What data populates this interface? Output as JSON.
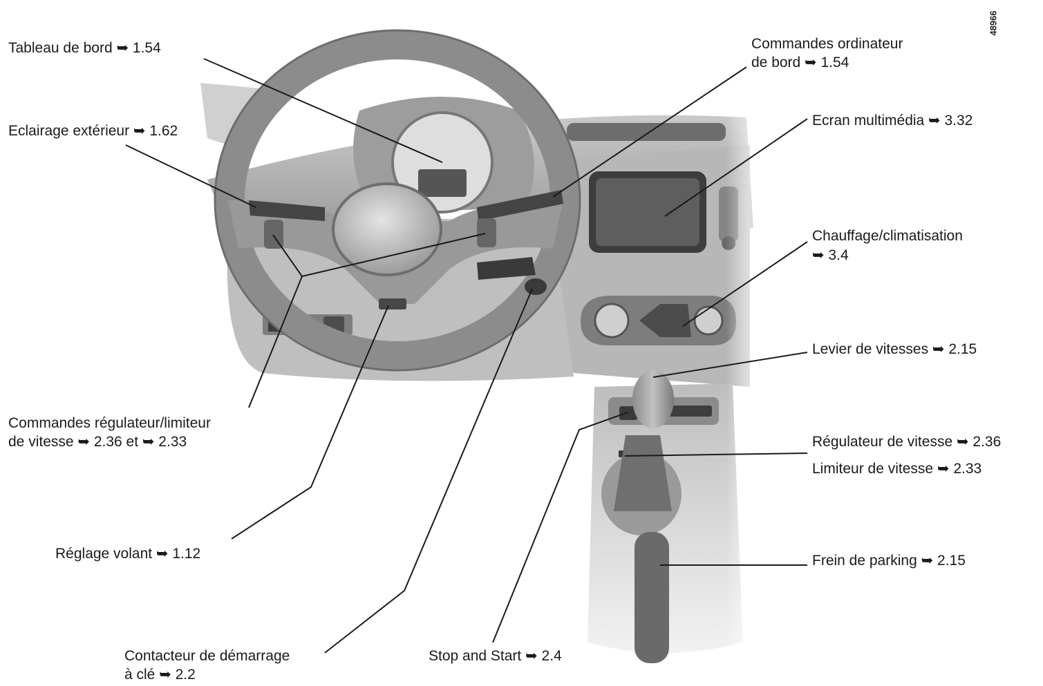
{
  "figure_id": "48966",
  "labels": {
    "tableau_de_bord": "Tableau de bord ➥ 1.54",
    "eclairage_exterieur": "Eclairage extérieur ➥ 1.62",
    "commandes_ordinateur_l1": "Commandes  ordinateur",
    "commandes_ordinateur_l2": "de bord ➥ 1.54",
    "ecran_multimedia": "Ecran multimédia ➥ 3.32",
    "chauffage_l1": "Chauffage/climatisation",
    "chauffage_l2": "➥ 3.4",
    "levier_vitesses": "Levier de vitesses ➥ 2.15",
    "regulateur_vitesse": "Régulateur de vitesse ➥ 2.36",
    "limiteur_vitesse": "Limiteur de vitesse ➥ 2.33",
    "frein_parking": "Frein de parking ➥ 2.15",
    "commandes_regulateur_l1": "Commandes  régulateur/limiteur",
    "commandes_regulateur_l2": "de vitesse ➥ 2.36 et ➥ 2.33",
    "reglage_volant": "Réglage volant ➥ 1.12",
    "contacteur_l1": "Contacteur  de  démarrage",
    "contacteur_l2": "à clé ➥ 2.2",
    "stop_start": "Stop and Start ➥ 2.4"
  },
  "colors": {
    "line": "#1a1a1a",
    "dash_light": "#dcdcdc",
    "dash_mid": "#a9a9a9",
    "dash_dark": "#6e6e6e"
  }
}
